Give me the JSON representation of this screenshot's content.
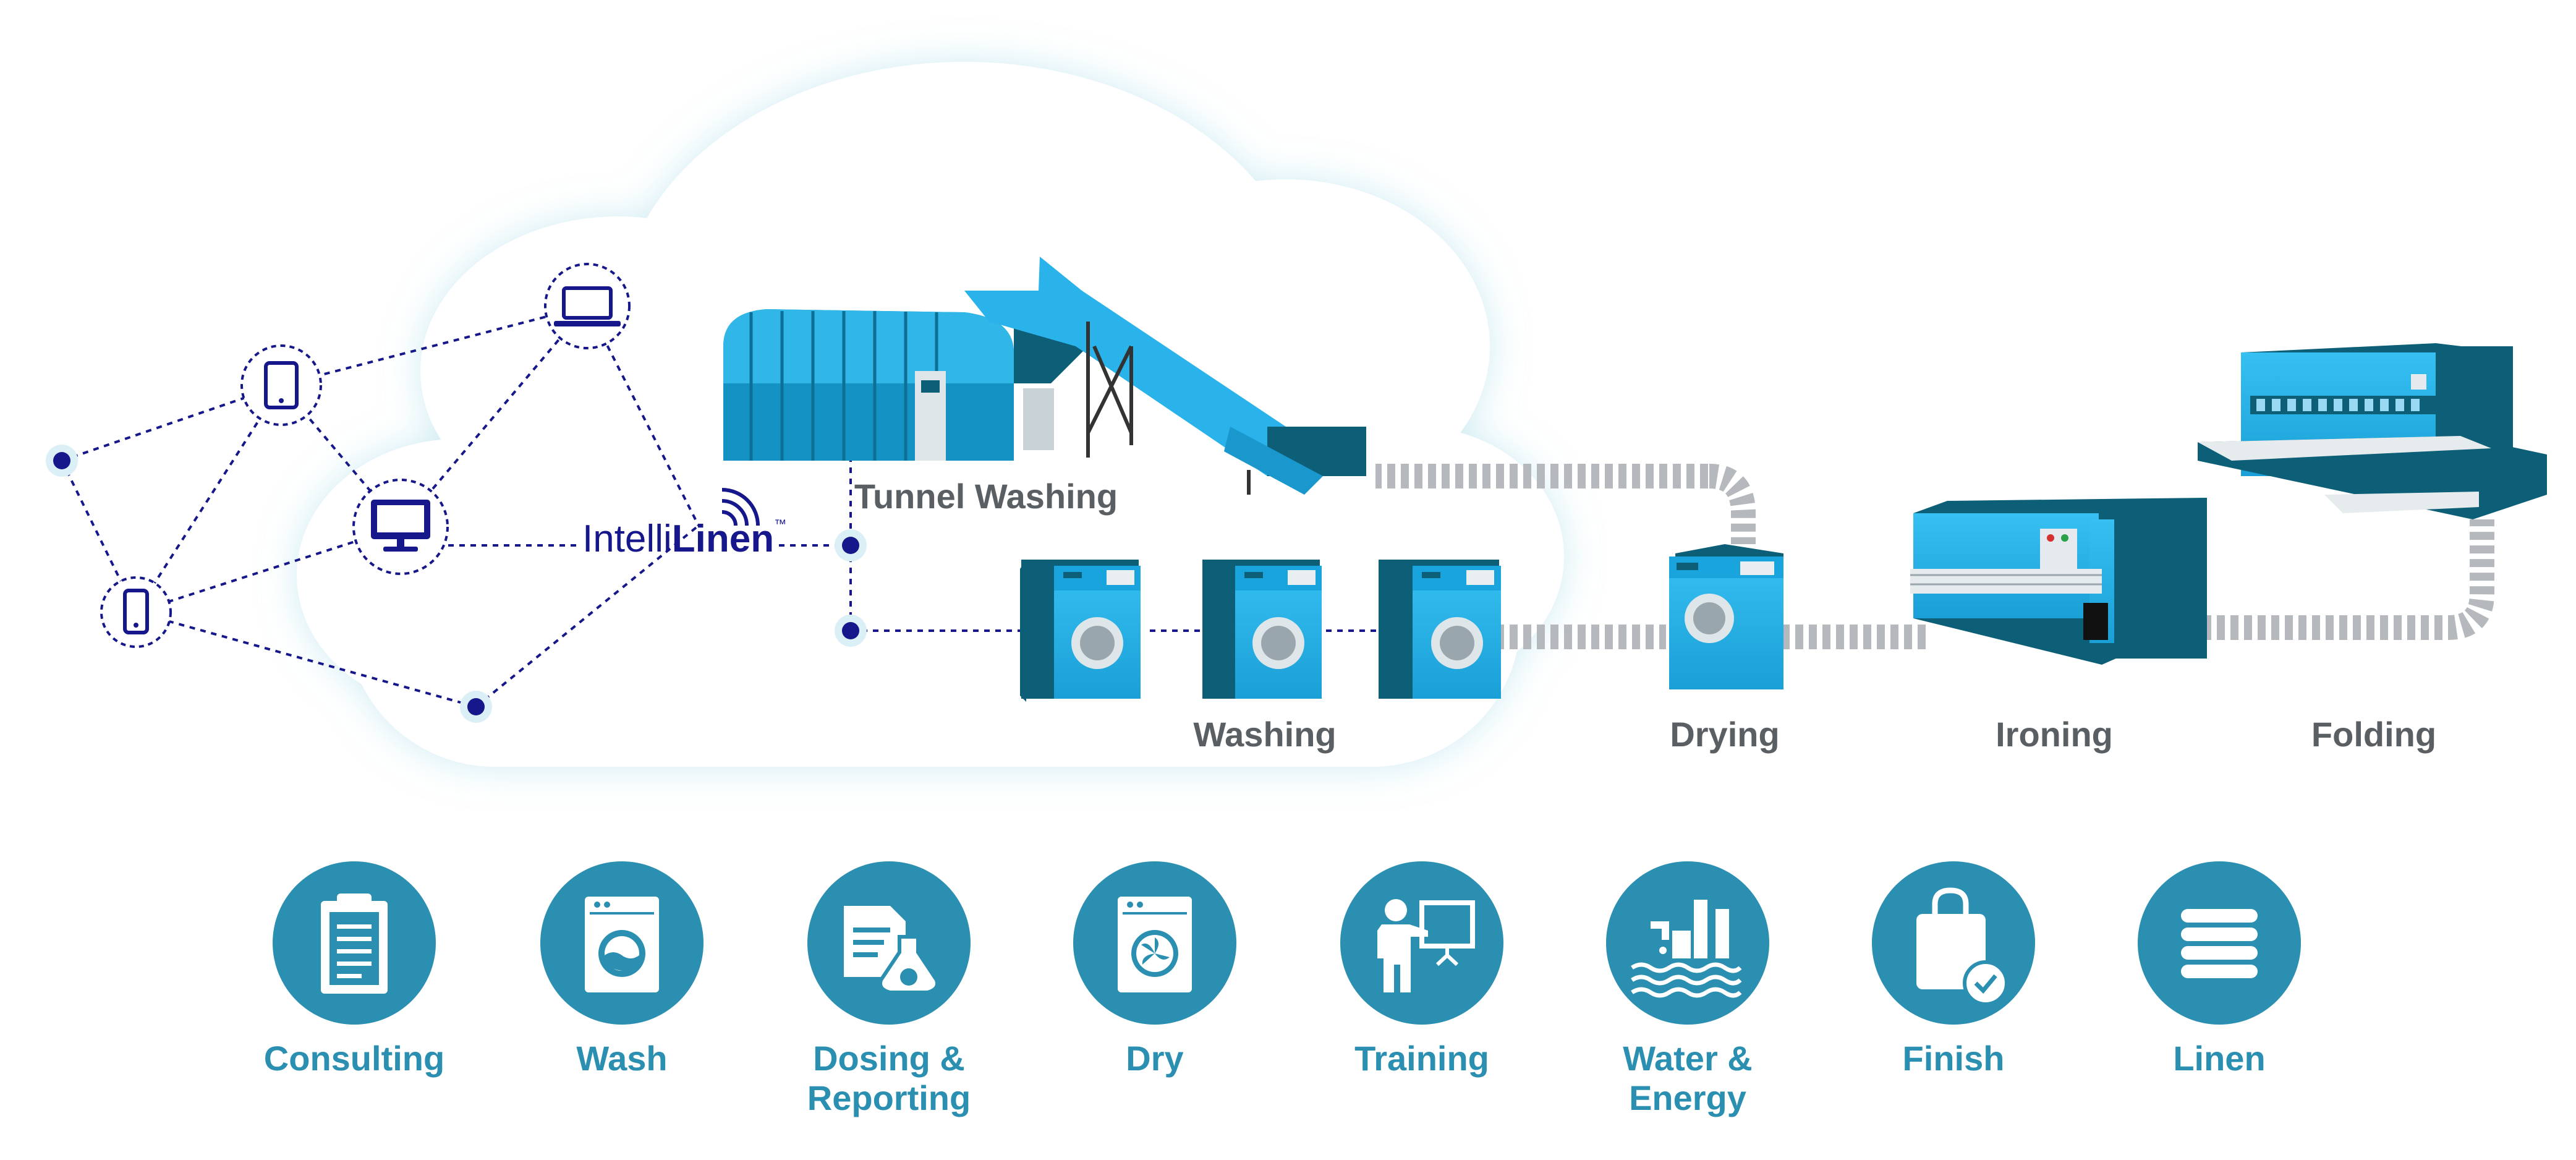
{
  "logo": {
    "part1": "Intelli",
    "part2": "Linen",
    "mark": "™"
  },
  "process": {
    "tunnel_washing": "Tunnel Washing",
    "washing": "Washing",
    "drying": "Drying",
    "ironing": "Ironing",
    "folding": "Folding"
  },
  "services": [
    {
      "icon": "clipboard-icon",
      "label": "Consulting"
    },
    {
      "icon": "washing-machine-icon",
      "label": "Wash"
    },
    {
      "icon": "dosing-flask-icon",
      "label": "Dosing &\nReporting"
    },
    {
      "icon": "dryer-icon",
      "label": "Dry"
    },
    {
      "icon": "presenter-icon",
      "label": "Training"
    },
    {
      "icon": "factory-water-icon",
      "label": "Water &\nEnergy"
    },
    {
      "icon": "bag-check-icon",
      "label": "Finish"
    },
    {
      "icon": "folded-linen-icon",
      "label": "Linen"
    }
  ],
  "colors": {
    "navy": "#15178a",
    "machine_blue": "#25b0e8",
    "machine_dark": "#0d5f78",
    "service_teal": "#2a8fb0",
    "label_gray": "#5a5f64",
    "conveyor_gray": "#b5b9bd"
  }
}
